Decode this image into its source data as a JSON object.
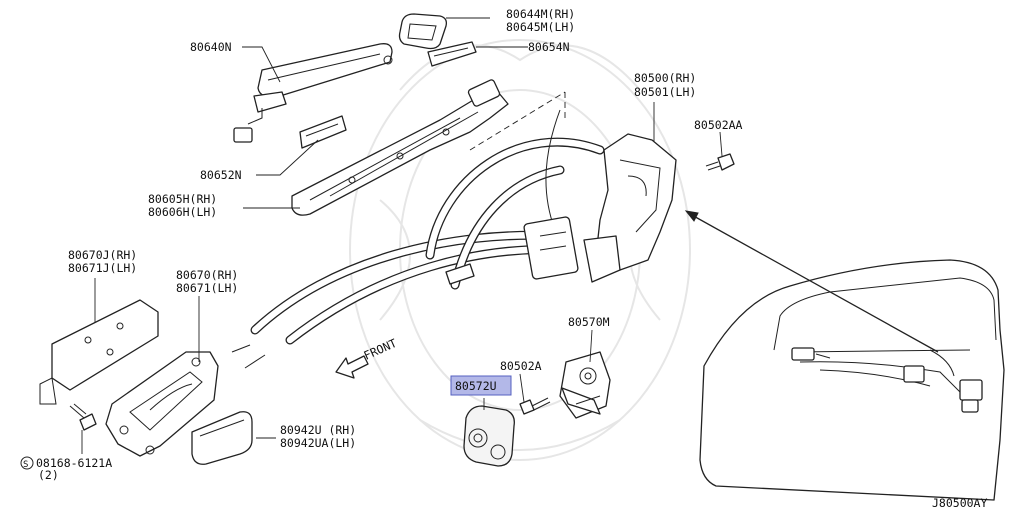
{
  "diagram_id": "J80500AY",
  "parts": {
    "p80644": {
      "line1": "80644M(RH)",
      "line2": "80645M(LH)"
    },
    "p80640N": {
      "label": "80640N"
    },
    "p80654N": {
      "label": "80654N"
    },
    "p80500": {
      "line1": "80500(RH)",
      "line2": "80501(LH)"
    },
    "p80502AA": {
      "label": "80502AA"
    },
    "p80652N": {
      "label": "80652N"
    },
    "p80605H": {
      "line1": "80605H(RH)",
      "line2": "80606H(LH)"
    },
    "p80670J": {
      "line1": "80670J(RH)",
      "line2": "80671J(LH)"
    },
    "p80670": {
      "line1": "80670(RH)",
      "line2": "80671(LH)"
    },
    "p80570M": {
      "label": "80570M"
    },
    "p80502A": {
      "label": "80502A"
    },
    "p80572U": {
      "label": "80572U",
      "highlight_color": "#b3b8e8"
    },
    "p80942U": {
      "line1": "80942U (RH)",
      "line2": "80942UA(LH)"
    },
    "p08168": {
      "symbol": "S",
      "line1": "08168-6121A",
      "line2": "(2)"
    }
  },
  "front_label": "FRONT",
  "colors": {
    "line": "#222222",
    "highlight": "#b3b8e8",
    "watermark": "#e6e6e6"
  }
}
